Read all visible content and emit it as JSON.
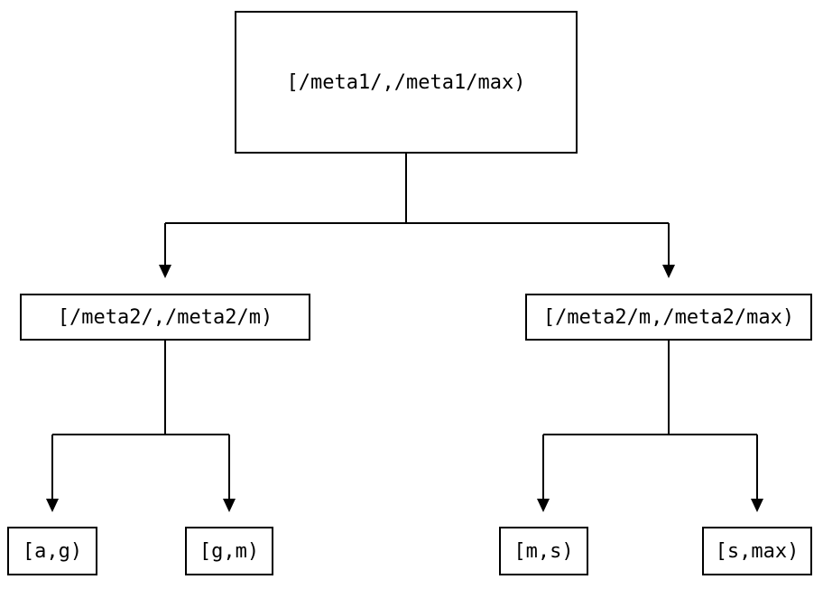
{
  "diagram": {
    "type": "tree",
    "root": {
      "label": "[/meta1/,/meta1/max)"
    },
    "level2": [
      {
        "label": "[/meta2/,/meta2/m)"
      },
      {
        "label": "[/meta2/m,/meta2/max)"
      }
    ],
    "leaves": [
      {
        "label": "[a,g)"
      },
      {
        "label": "[g,m)"
      },
      {
        "label": "[m,s)"
      },
      {
        "label": "[s,max)"
      }
    ],
    "colors": {
      "background": "#ffffff",
      "line": "#000000",
      "box_border": "#000000",
      "text": "#000000"
    }
  }
}
